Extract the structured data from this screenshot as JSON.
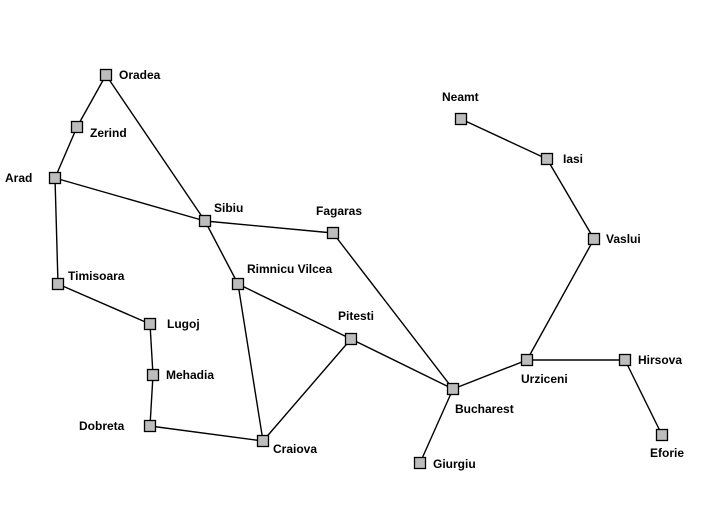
{
  "map": {
    "cities": [
      {
        "id": "oradea",
        "name": "Oradea"
      },
      {
        "id": "zerind",
        "name": "Zerind"
      },
      {
        "id": "arad",
        "name": "Arad"
      },
      {
        "id": "sibiu",
        "name": "Sibiu"
      },
      {
        "id": "fagaras",
        "name": "Fagaras"
      },
      {
        "id": "timisoara",
        "name": "Timisoara"
      },
      {
        "id": "rimnicu",
        "name": "Rimnicu Vilcea"
      },
      {
        "id": "lugoj",
        "name": "Lugoj"
      },
      {
        "id": "pitesti",
        "name": "Pitesti"
      },
      {
        "id": "mehadia",
        "name": "Mehadia"
      },
      {
        "id": "dobreta",
        "name": "Dobreta"
      },
      {
        "id": "craiova",
        "name": "Craiova"
      },
      {
        "id": "bucharest",
        "name": "Bucharest"
      },
      {
        "id": "giurgiu",
        "name": "Giurgiu"
      },
      {
        "id": "neamt",
        "name": "Neamt"
      },
      {
        "id": "iasi",
        "name": "Iasi"
      },
      {
        "id": "vaslui",
        "name": "Vaslui"
      },
      {
        "id": "urziceni",
        "name": "Urziceni"
      },
      {
        "id": "hirsova",
        "name": "Hirsova"
      },
      {
        "id": "eforie",
        "name": "Eforie"
      }
    ],
    "roads": [
      [
        "oradea",
        "zerind"
      ],
      [
        "oradea",
        "sibiu"
      ],
      [
        "zerind",
        "arad"
      ],
      [
        "arad",
        "sibiu"
      ],
      [
        "arad",
        "timisoara"
      ],
      [
        "timisoara",
        "lugoj"
      ],
      [
        "lugoj",
        "mehadia"
      ],
      [
        "mehadia",
        "dobreta"
      ],
      [
        "dobreta",
        "craiova"
      ],
      [
        "sibiu",
        "fagaras"
      ],
      [
        "sibiu",
        "rimnicu"
      ],
      [
        "rimnicu",
        "pitesti"
      ],
      [
        "rimnicu",
        "craiova"
      ],
      [
        "craiova",
        "pitesti"
      ],
      [
        "pitesti",
        "bucharest"
      ],
      [
        "fagaras",
        "bucharest"
      ],
      [
        "bucharest",
        "giurgiu"
      ],
      [
        "bucharest",
        "urziceni"
      ],
      [
        "urziceni",
        "hirsova"
      ],
      [
        "hirsova",
        "eforie"
      ],
      [
        "urziceni",
        "vaslui"
      ],
      [
        "vaslui",
        "iasi"
      ],
      [
        "iasi",
        "neamt"
      ]
    ]
  }
}
